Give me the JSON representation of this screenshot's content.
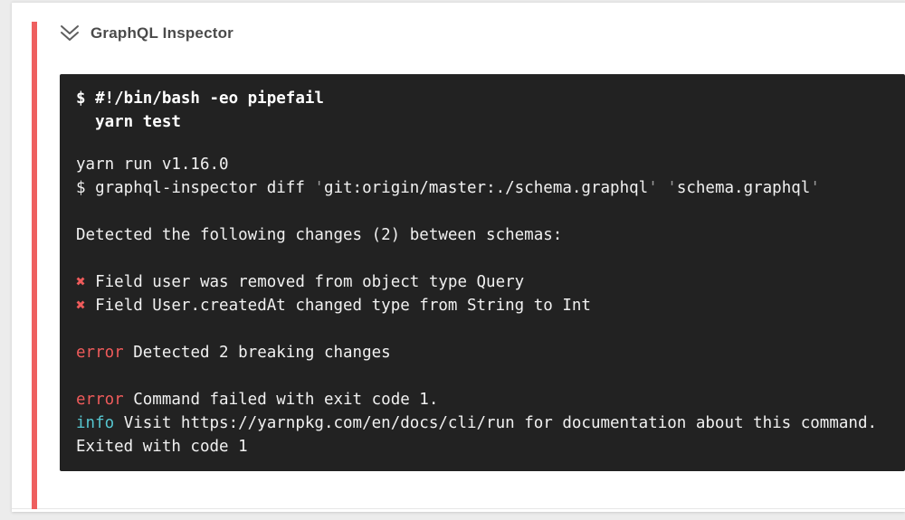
{
  "step": {
    "title": "GraphQL Inspector",
    "accent_color": "#ee5f5f",
    "icon": "double-chevron-down-icon",
    "icon_color": "#5f5f5f",
    "title_color": "#4a4a4a"
  },
  "terminal": {
    "bg": "#222222",
    "colors": {
      "plain": "#f1f1f1",
      "bold": "#ffffff",
      "red": "#ef5b5b",
      "cyan": "#56c5cf",
      "dim": "#9a9a9a"
    },
    "command_lines": [
      {
        "segments": [
          {
            "t": "$ #!/bin/bash -eo pipefail",
            "c": "bold"
          }
        ]
      },
      {
        "segments": [
          {
            "t": "  yarn test",
            "c": "bold"
          }
        ]
      }
    ],
    "output_lines": [
      {
        "segments": [
          {
            "t": "yarn run v1.16.0",
            "c": "plain"
          }
        ]
      },
      {
        "segments": [
          {
            "t": "$ graphql-inspector diff ",
            "c": "plain"
          },
          {
            "t": "'",
            "c": "dim"
          },
          {
            "t": "git:origin/master:./schema.graphql",
            "c": "plain"
          },
          {
            "t": "'",
            "c": "dim"
          },
          {
            "t": " ",
            "c": "plain"
          },
          {
            "t": "'",
            "c": "dim"
          },
          {
            "t": "schema.graphql",
            "c": "plain"
          },
          {
            "t": "'",
            "c": "dim"
          }
        ]
      },
      {
        "segments": []
      },
      {
        "segments": [
          {
            "t": "Detected the following changes (2) between schemas:",
            "c": "plain"
          }
        ]
      },
      {
        "segments": []
      },
      {
        "segments": [
          {
            "t": "✖",
            "c": "red"
          },
          {
            "t": " Field user was removed from object type Query",
            "c": "plain"
          }
        ]
      },
      {
        "segments": [
          {
            "t": "✖",
            "c": "red"
          },
          {
            "t": " Field User.createdAt changed type from String to Int",
            "c": "plain"
          }
        ]
      },
      {
        "segments": []
      },
      {
        "segments": [
          {
            "t": "error",
            "c": "red"
          },
          {
            "t": " Detected 2 breaking changes",
            "c": "plain"
          }
        ]
      },
      {
        "segments": []
      },
      {
        "segments": [
          {
            "t": "error",
            "c": "red"
          },
          {
            "t": " Command failed with exit code 1.",
            "c": "plain"
          }
        ]
      },
      {
        "segments": [
          {
            "t": "info",
            "c": "cyan"
          },
          {
            "t": " Visit https://yarnpkg.com/en/docs/cli/run for documentation about this command.",
            "c": "plain"
          }
        ]
      },
      {
        "segments": [
          {
            "t": "Exited with code 1",
            "c": "plain"
          }
        ]
      }
    ]
  }
}
